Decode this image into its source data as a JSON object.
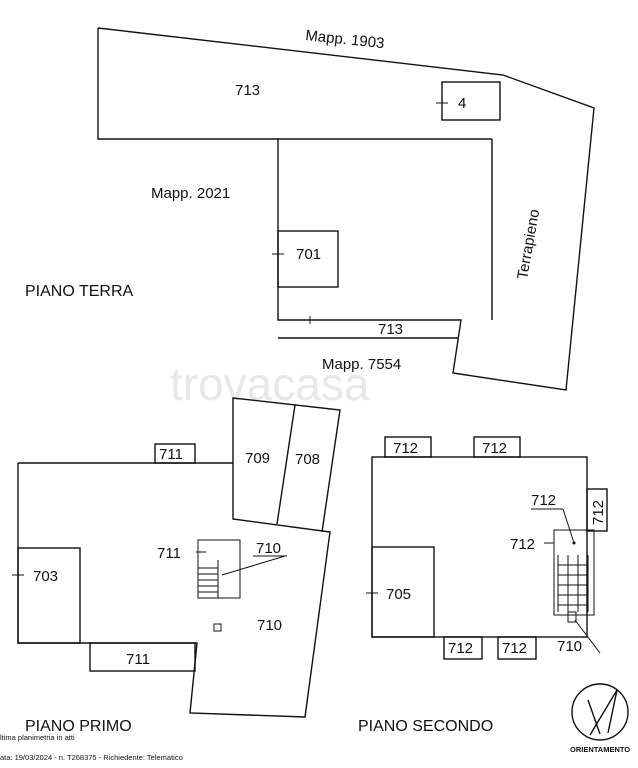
{
  "labels": {
    "mapp_1903": "Mapp. 1903",
    "mapp_2021": "Mapp. 2021",
    "mapp_7554": "Mapp. 7554",
    "terrapieno": "Terrapieno",
    "piano_terra": "PIANO TERRA",
    "piano_primo": "PIANO PRIMO",
    "piano_secondo": "PIANO SECONDO",
    "orientamento": "ORIENTAMENTO"
  },
  "piano_terra": {
    "rooms": {
      "r713_top": "713",
      "r4": "4",
      "r701": "701",
      "r713_bottom": "713"
    }
  },
  "piano_primo": {
    "rooms": {
      "r711_top": "711",
      "r709": "709",
      "r708": "708",
      "r711_mid": "711",
      "r710_label": "710",
      "r703": "703",
      "r710_big": "710",
      "r711_bottom": "711"
    }
  },
  "piano_secondo": {
    "rooms": {
      "r712_a": "712",
      "r712_b": "712",
      "r712_c": "712",
      "r712_d": "712",
      "r712_side": "712",
      "r705": "705",
      "r712_e": "712",
      "r712_f": "712",
      "r710": "710"
    }
  },
  "footer": {
    "line1": "ltima planimetria in atti",
    "line2": "ata: 19/03/2024 - n. T268375 - Richiedente: Telematico"
  },
  "watermark": "trovacasa"
}
